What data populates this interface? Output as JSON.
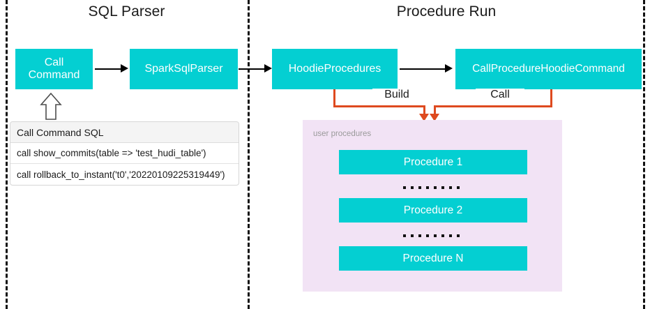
{
  "diagram": {
    "colors": {
      "teal": "#04CFD2",
      "orange": "#DE4A1F",
      "panel_pink": "#F2E3F5",
      "divider": "#111111",
      "table_header_bg": "#f4f4f4",
      "panel_label": "#9a9a9a"
    },
    "sections": [
      {
        "title": "SQL Parser"
      },
      {
        "title": "Procedure Run"
      }
    ],
    "nodes": {
      "call_command": "Call\nCommand",
      "call_command_line1": "Call",
      "call_command_line2": "Command",
      "spark_sql_parser": "SparkSqlParser",
      "hoodie_procedures": "HoodieProcedures",
      "call_procedure_hoodie_command": "CallProcedureHoodieCommand"
    },
    "edge_labels": {
      "build": "Build",
      "call": "Call"
    },
    "sql_table": {
      "header": "Call Command SQL",
      "rows": [
        "call show_commits(table => 'test_hudi_table')",
        "call rollback_to_instant('t0','20220109225319449')"
      ]
    },
    "user_procedures_panel": {
      "label": "user procedures",
      "procedures": [
        "Procedure 1",
        "Procedure 2",
        "Procedure N"
      ],
      "ellipsis_dot_count": 8
    }
  }
}
